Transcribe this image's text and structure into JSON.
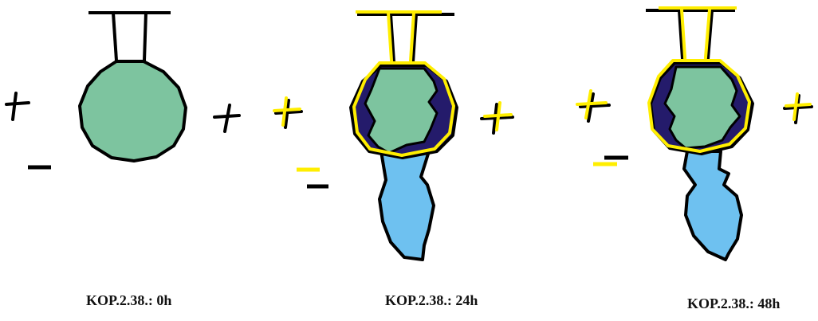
{
  "captions": {
    "panel_0h": "KOP.2.38.: 0h",
    "panel_24h": "KOP.2.38.: 24h",
    "panel_48h": "KOP.2.38.: 48h"
  },
  "colors": {
    "membrane_outline": "#000000",
    "highlight": "#ffee00",
    "vesicle_fill": "#7dc49f",
    "dark_region": "#241b6b",
    "outflow_fill": "#6ec1f0",
    "background": "#ffffff"
  }
}
